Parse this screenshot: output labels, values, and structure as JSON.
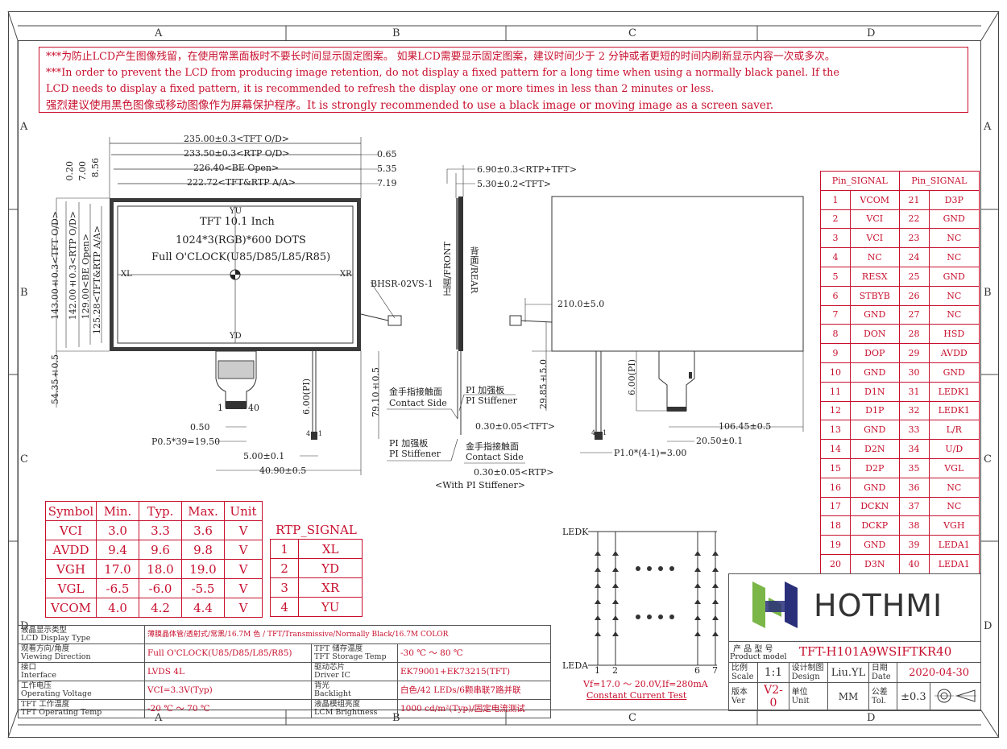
{
  "zones": {
    "cols": [
      "A",
      "B",
      "C",
      "D"
    ],
    "rows": [
      "A",
      "B",
      "C",
      "D"
    ]
  },
  "warning": {
    "line1": "***为防止LCD产生图像残留，在使用常黑面板时不要长时间显示固定图案。 如果LCD需要显示固定图案，建议时间少于 2 分钟或者更短的时间内刷新显示内容一次或多次。",
    "line2": "***In order to prevent the LCD from producing image retention, do not display a fixed pattern for a long time when using a normally black panel. If the",
    "line3": " LCD needs to display a fixed pattern, it is recommended to refresh the display one or more times in less than 2 minutes or less.",
    "line4": "强烈建议使用黑色图像或移动图像作为屏幕保护程序。It is strongly recommended to use a black image or moving image as a screen saver."
  },
  "front_view": {
    "dim_tft_od": "235.00±0.3<TFT O/D>",
    "dim_rtp_od": "233.50±0.3<RTP O/D>",
    "dim_be_open": "226.40<BE Open>",
    "dim_aa": "222.72<TFT&RTP A/A>",
    "r_065": "0.65",
    "r_535": "5.35",
    "r_719": "7.19",
    "l_856": "8.56",
    "l_700": "7.00",
    "l_020": "0.20",
    "v_aa": "125.28<TFT&RTP A/A>",
    "v_be": "129.00<BE Open>",
    "v_rtp": "142.00±0.3<RTP O/D>",
    "v_tft": "143.00±0.3<TFT O/D>",
    "v_5435": "54.35±0.5",
    "v_7910": "79.10±0.5",
    "v_600pi": "6.00(PI)",
    "yu": "YU",
    "yd": "YD",
    "xl": "XL",
    "xr": "XR",
    "title": "TFT 10.1 Inch",
    "res": "1024*3(RGB)*600 DOTS",
    "view": "Full O'CLOCK(U85/D85/L85/R85)",
    "conn": "BHSR-02VS-1",
    "pin1": "1",
    "pin40": "40",
    "d050": "0.50",
    "pitch": "P0.5*39=19.50",
    "d500": "5.00±0.1",
    "d4090": "40.90±0.5",
    "pin4": "4",
    "pin1b": "1"
  },
  "side_view": {
    "d690": "6.90±0.3<RTP+TFT>",
    "d530": "5.30±0.2<TFT>",
    "front": "正面/FRONT",
    "rear": "背面/REAR",
    "gold_cn": "金手指接触面",
    "gold_en": "Contact Side",
    "pi_cn": "PI 加强板",
    "pi_en": "PI Stiffener",
    "d030tft": "0.30±0.05<TFT>",
    "pi_cn2": "PI 加强板",
    "pi_en2": "PI Stiffener",
    "gold_cn2": "金手指接触面",
    "gold_en2": "Contact Side",
    "d030rtp": "0.30±0.05<RTP>",
    "with_pi": "<With PI Stiffener>"
  },
  "rear_view": {
    "d210": "210.0±5.0",
    "d2985": "29.85±5.0",
    "d600pi": "6.00(PI)",
    "d10645": "106.45±0.5",
    "d2050": "20.50±0.1",
    "pitch": "P1.0*(4-1)=3.00",
    "pin4": "4",
    "pin1": "1"
  },
  "pins": [
    [
      "1",
      "VCOM",
      "21",
      "D3P"
    ],
    [
      "2",
      "VCI",
      "22",
      "GND"
    ],
    [
      "3",
      "VCI",
      "23",
      "NC"
    ],
    [
      "4",
      "NC",
      "24",
      "NC"
    ],
    [
      "5",
      "RESX",
      "25",
      "GND"
    ],
    [
      "6",
      "STBYB",
      "26",
      "NC"
    ],
    [
      "7",
      "GND",
      "27",
      "NC"
    ],
    [
      "8",
      "DON",
      "28",
      "HSD"
    ],
    [
      "9",
      "DOP",
      "29",
      "AVDD"
    ],
    [
      "10",
      "GND",
      "30",
      "GND"
    ],
    [
      "11",
      "D1N",
      "31",
      "LEDK1"
    ],
    [
      "12",
      "D1P",
      "32",
      "LEDK1"
    ],
    [
      "13",
      "GND",
      "33",
      "L/R"
    ],
    [
      "14",
      "D2N",
      "34",
      "U/D"
    ],
    [
      "15",
      "D2P",
      "35",
      "VGL"
    ],
    [
      "16",
      "GND",
      "36",
      "NC"
    ],
    [
      "17",
      "DCKN",
      "37",
      "NC"
    ],
    [
      "18",
      "DCKP",
      "38",
      "VGH"
    ],
    [
      "19",
      "GND",
      "39",
      "LEDA1"
    ],
    [
      "20",
      "D3N",
      "40",
      "LEDA1"
    ]
  ],
  "pin_header": [
    "Pin_SIGNAL",
    "Pin_SIGNAL"
  ],
  "symbols": {
    "header": [
      "Symbol",
      "Min.",
      "Typ.",
      "Max.",
      "Unit"
    ],
    "rows": [
      [
        "VCI",
        "3.0",
        "3.3",
        "3.6",
        "V"
      ],
      [
        "AVDD",
        "9.4",
        "9.6",
        "9.8",
        "V"
      ],
      [
        "VGH",
        "17.0",
        "18.0",
        "19.0",
        "V"
      ],
      [
        "VGL",
        "-6.5",
        "-6.0",
        "-5.5",
        "V"
      ],
      [
        "VCOM",
        "4.0",
        "4.2",
        "4.4",
        "V"
      ]
    ]
  },
  "rtp": {
    "header": "RTP_SIGNAL",
    "rows": [
      [
        "1",
        "XL"
      ],
      [
        "2",
        "YD"
      ],
      [
        "3",
        "XR"
      ],
      [
        "4",
        "YU"
      ]
    ]
  },
  "led": {
    "ledk": "LEDK",
    "leda": "LEDA",
    "n1": "1",
    "n2": "2",
    "n6": "6",
    "n7": "7",
    "cond": "Vf=17.0 ～ 20.0V,If=280mA",
    "test": "Constant Current Test"
  },
  "specs": [
    {
      "l1": "液晶显示类型",
      "l2": "LCD Display Type",
      "v": "薄膜晶体管/透射式/常黑/16.7M 色 / TFT/Transmissive/Normally Black/16.7M COLOR",
      "wide": true
    },
    {
      "l1": "观看方向/角度",
      "l2": "Viewing Direction",
      "v": "Full O'CLOCK(U85/D85/L85/R85)",
      "r1": "TFT 储存温度",
      "r2": "TFT Storage Temp",
      "rv": "-30 ℃ ～ 80 ℃"
    },
    {
      "l1": "接口",
      "l2": "Interface",
      "v": "LVDS 4L",
      "r1": "驱动芯片",
      "r2": "Driver IC",
      "rv": "EK79001+EK73215(TFT)"
    },
    {
      "l1": "工作电压",
      "l2": "Operating Voltage",
      "v": "VCI=3.3V(Typ)",
      "r1": "背光",
      "r2": "Backlight",
      "rv": "白色/42 LEDs/6颗串联7路并联"
    },
    {
      "l1": "TFT 工作温度",
      "l2": "TFT Operating Temp",
      "v": "-20 ℃ ～ 70 ℃",
      "r1": "液晶模组亮度",
      "r2": "LCM Brightness",
      "rv": "1000 cd/m²(Typ)/固定电流测试"
    }
  ],
  "title_block": {
    "logo": "HOTHMI",
    "model_cn": "产 品 型 号",
    "model_en": "Product model",
    "model": "TFT-H101A9WSIFTKR40",
    "scale_cn": "比例",
    "scale_en": "Scale",
    "scale": "1:1",
    "design_cn": "设计制图",
    "design_en": "Design",
    "designer": "Liu.YL",
    "date_cn": "日期",
    "date_en": "Date",
    "date": "2020-04-30",
    "ver_cn": "版本",
    "ver_en": "Ver",
    "ver": "V2-0",
    "unit_cn": "单位",
    "unit_en": "Unit",
    "unit": "MM",
    "tol_cn": "公差",
    "tol_en": "Tol.",
    "tol": "±0.3"
  },
  "colors": {
    "accent": "#c8102e",
    "logo_green": "#7ab648",
    "logo_blue": "#2a2f7a",
    "line": "#333333"
  }
}
